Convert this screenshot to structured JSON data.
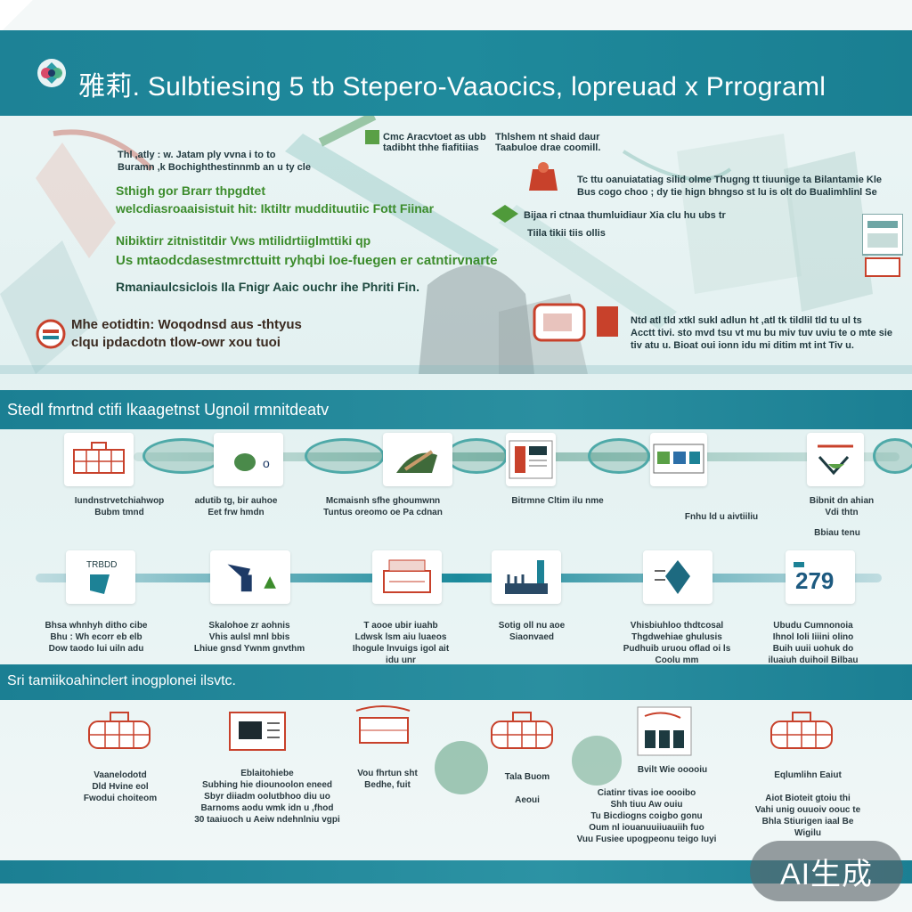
{
  "colors": {
    "teal": "#1d8296",
    "green": "#3c8c2c",
    "red": "#c8412b"
  },
  "header": {
    "title": "雅莉. Sulbtiesing  5 tb  Stepero-Vaaocics, lopreuad x Prrograml"
  },
  "intro": {
    "line1": "Thl ,atly : w.  Jatam ply vvna  i to to",
    "line2": "Buramn ,k  Bochighthestinnmb an u ty cle",
    "green1": "Sthigh gor  Brarr thpgdtet",
    "green2": "welcdiasroaaisistuit  hit: Iktiltr muddituutiic Fott Fiinar",
    "green3": "Nibiktirr zitnistitdir Vws mtilidrtiiglmttiki qp",
    "green4": "Us mtaodcdasestmrcttuitt ryhqbi Ioe-fuegen er catntirvnarte",
    "dark1": "Rmaniaulcsiclois Ila Fnigr Aaic ouchr ihe Phriti Fin.",
    "note1": "Mhe eotidtin: Woqodnsd aus -thtyus",
    "note2": "clqu ipdacdotn tlow-owr xou tuoi",
    "ann1a": "Cmc  Aracvtoet as ubb",
    "ann1b": "tadibht thhe fiafitiias",
    "ann2a": "Thlshem nt shaid daur",
    "ann2b": "Taabuloe drae  coomill.",
    "ann3a": "Tc  ttu oanuiatatiag silid olme  Thugng  tt tiuunige ta  Bilantamie Kle",
    "ann3b": "Bus cogo choo ;  dy tie hign bhngso  st  lu is olt  do  Bualimhlinl Se",
    "ann4a": "Bijaa ri ctnaa  thumluidiaur  Xia  clu hu ubs tr",
    "ann4b": "Tiila tikii tiis ollis",
    "ann5a": "Ntd atl tld xtkl sukl adlun ht ,atl tk tildlil tld tu ul ts",
    "ann5b": "Acctt  tivi. sto mvd tsu vt mu bu miv tuv uviu te o mte sie",
    "ann5c": "tiv atu u.  Bioat  oui ionn  idu mi  ditim mt  int  Tiv u."
  },
  "section1": {
    "title": "Stedl fmrtnd  ctifi lkaagetnst Ugnoil  rmnitdeatv",
    "captions": [
      [
        "Iundnstrvetchiahwop",
        "Bubm tmnd"
      ],
      [
        "adutib  tg, bir auhoe",
        "Eet frw hmdn"
      ],
      [
        "Mcmaisnh  sfhe ghoumwnn",
        "Tuntus oreomo oe Pa cdnan"
      ],
      [
        "Bitrmne Cltim ilu nme",
        ""
      ],
      [
        "Fnhu ld u aivtiiliu",
        ""
      ],
      [
        "Bibnit dn ahian",
        "Vdi thtn"
      ]
    ],
    "side_caption": "Bbiau tenu"
  },
  "section2": {
    "captions": [
      [
        "Bhsa whnhyh  ditho  cibe",
        "Bhu  :  Wh  ecorr eb  elb",
        "Dow  taodo lui uiln adu"
      ],
      [
        "Skalohoe  zr  aohnis",
        "Vhis  aulsl  mnl bbis",
        "Lhiue gnsd  Ywnm  gnvthm"
      ],
      [
        "T aooe  ubir  iuahb",
        "Ldwsk  lsm  aiu  luaeos",
        "Ihogule  lnvuigs  igol  ait",
        "idu  unr"
      ],
      [
        "Sotig  oll nu  aoe",
        "Siaonvaed",
        ""
      ],
      [
        "Vhisbiuhloo  thdtcosal",
        "Thgdwehiae  ghulusis",
        "Pudhuib  uruou  oflad  oi  ls",
        "Coolu  mm"
      ],
      [
        "Ubudu  Cumnonoia",
        "Ihnol  Ioli  Iiiini  olino",
        "Buih  uuii  uohuk  do",
        "iluaiuh  duihoil  Bilbau"
      ]
    ]
  },
  "section3": {
    "title": "Sri tamiikoahinclert  inogplonei  ilsvtc.",
    "captions": [
      [
        "Vaanelodotd",
        "Dld Hvine  eol",
        "Fwodui choiteom"
      ],
      [
        "Eblaitohiebe",
        "Subhing  hie  diounoolon  eneed",
        "Sbyr  diiadm  oolutbhoo diu uo",
        "Barnoms  aodu  wmk   idn  u  ,fhod",
        "30  taaiuoch  u  Aeiw  ndehnlniu vgpi"
      ],
      [
        "Vou  fhrtun  sht",
        "Bedhe, fuit",
        ""
      ],
      [
        "Tala  Buom",
        "Aeoui",
        ""
      ],
      [
        "Bvilt  Wie  ooooiu",
        ""
      ],
      [
        "Ciatinr  tivas  ioe  oooibo",
        "Shh  tiuu  Aw  ouiu",
        "Tu  Bicdiogns  coigbo  gonu",
        "Oum  nl  iouanuuiiuauiih  fuo",
        "Vuu  Fusiee  upogpeonu  teigo  Iuyi"
      ]
    ],
    "side_captions": [
      "Eqlumlihn  Eaiut",
      "Aiot  Bioteit  gtoiu  thi",
      "Vahi  unig  ouuoiv  oouc  te",
      "Bhla  Stiurigen  iaal  Be",
      "Wigilu"
    ]
  },
  "watermark": "AI生成"
}
